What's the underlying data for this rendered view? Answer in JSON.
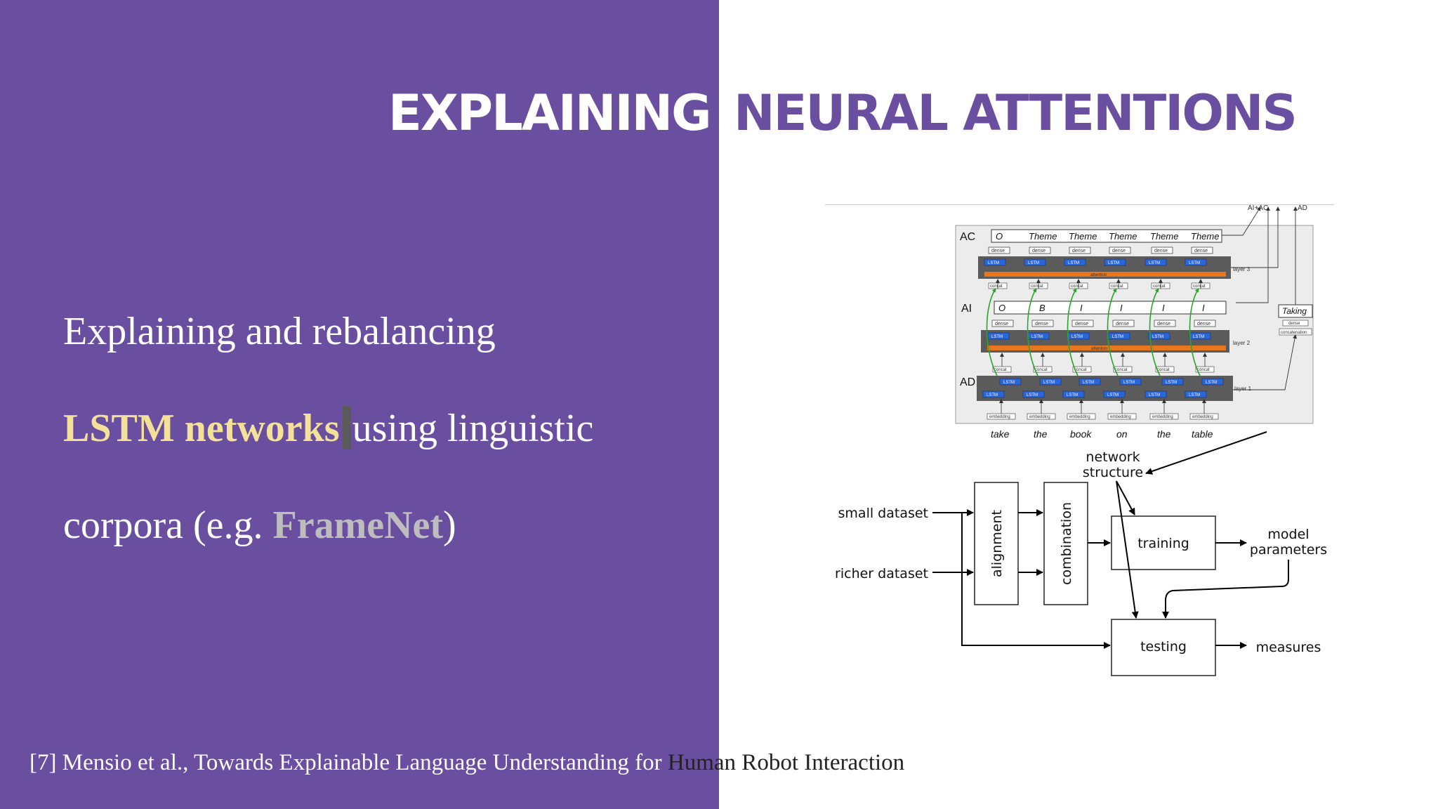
{
  "slide": {
    "title_word_1": "EXPLAINING",
    "title_word_2": "NEURAL ATTENTIONS",
    "line1": "Explaining and rebalancing",
    "line2_highlight": "LSTM networks",
    "line2_rest": "using linguistic",
    "line3_start": "corpora (e.g. ",
    "line3_highlight": "FrameNet",
    "line3_end": ")",
    "footnote_light": "[7] Mensio et al., Towards Explainable Language Understanding for ",
    "footnote_dark": "Human Robot Interaction"
  },
  "colors": {
    "purple": "#6a4fa0",
    "yellow_highlight": "#f3e19a",
    "grey_highlight": "#bdbdbd"
  },
  "arch_diagram": {
    "top_right_labels": [
      "AI+AC",
      "AD"
    ],
    "row_labels": [
      "AC",
      "AI",
      "AD"
    ],
    "ac_tags": [
      "O",
      "Theme",
      "Theme",
      "Theme",
      "Theme",
      "Theme"
    ],
    "ai_tags": [
      "O",
      "B",
      "I",
      "I",
      "I",
      "I"
    ],
    "dense_label": "dense",
    "concat_label": "concat",
    "lstm_label": "LSTM",
    "attention_label": "attention",
    "embedding_label": "embedding",
    "layer_labels": [
      "layer 3",
      "layer 2",
      "layer 1"
    ],
    "frame_box": {
      "label": "Taking",
      "dense": "dense",
      "concat": "concatenation"
    },
    "words": [
      "take",
      "the",
      "book",
      "on",
      "the",
      "table"
    ]
  },
  "flow_diagram": {
    "network_structure": [
      "network",
      "structure"
    ],
    "small_dataset": "small dataset",
    "richer_dataset": "richer dataset",
    "alignment": "alignment",
    "combination": "combination",
    "training": "training",
    "testing": "testing",
    "model_parameters": [
      "model",
      "parameters"
    ],
    "measures": "measures"
  }
}
